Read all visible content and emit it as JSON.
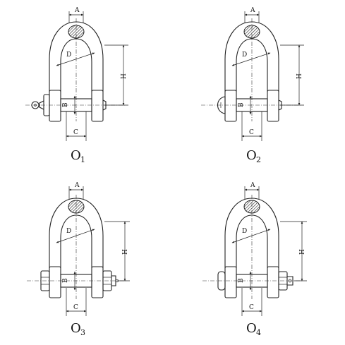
{
  "figures": [
    {
      "caption_main": "O",
      "caption_sub": "1",
      "variant": "screw-pin-ring"
    },
    {
      "caption_main": "O",
      "caption_sub": "2",
      "variant": "screw-pin"
    },
    {
      "caption_main": "O",
      "caption_sub": "3",
      "variant": "bolt-nut"
    },
    {
      "caption_main": "O",
      "caption_sub": "4",
      "variant": "bolt-nut-cotter"
    }
  ],
  "dimension_labels": {
    "thickness": "A",
    "diameter": "D",
    "height": "H",
    "pin": "B",
    "width": "C"
  },
  "colors": {
    "line": "#222222",
    "hatch": "#333333",
    "background": "#ffffff"
  }
}
